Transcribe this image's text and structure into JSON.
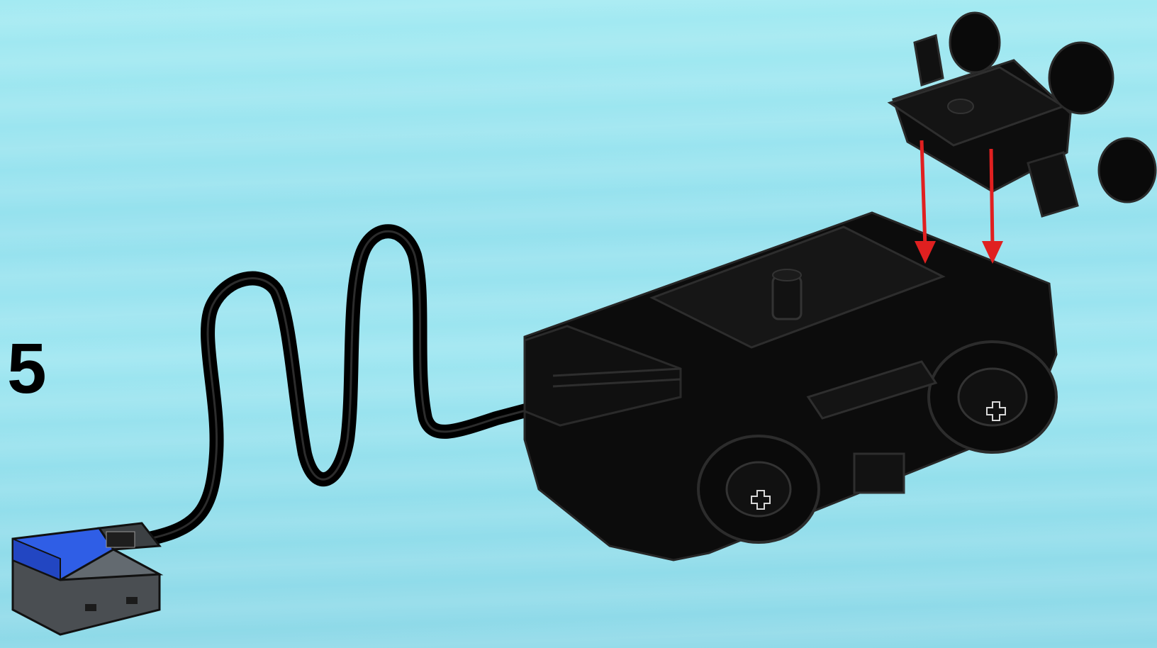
{
  "instruction": {
    "step_number": "5"
  },
  "colors": {
    "background": "#9ae4f0",
    "brick_black": "#0c0c0c",
    "connector_blue": "#2f5ee6",
    "connector_grey": "#5b5f63",
    "arrow_red": "#e02020"
  },
  "parts": [
    "train-motor",
    "wheel-bogie",
    "power-functions-cable",
    "cable-connector"
  ]
}
